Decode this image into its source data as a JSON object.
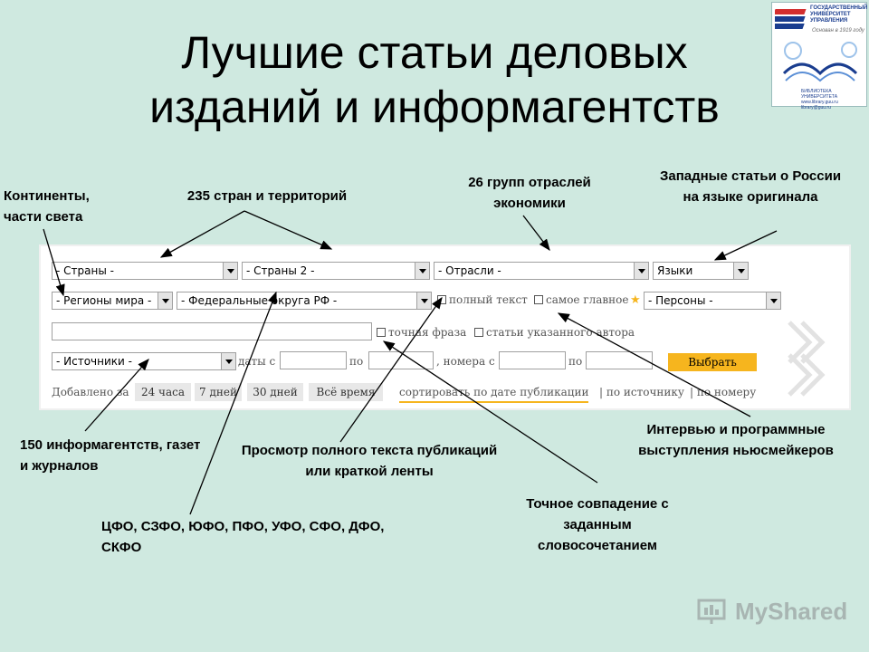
{
  "slide": {
    "title_line1": "Лучшие статьи деловых",
    "title_line2": "изданий и информагентств"
  },
  "logo": {
    "name": "ГОСУДАРСТВЕННЫЙ УНИВЕРСИТЕТ УПРАВЛЕНИЯ",
    "founded": "Основан в 1919 году",
    "library_line1": "БИБЛИОТЕКА УНИВЕРСИТЕТА",
    "library_line2": "www.library.guu.ru",
    "library_line3": "library@guu.ru"
  },
  "form": {
    "row1": {
      "countries": "- Страны -",
      "countries2": "- Страны 2 -",
      "industries": "- Отрасли -",
      "languages": "Языки"
    },
    "row2": {
      "regions": "- Регионы мира -",
      "districts": "- Федеральные округа РФ -",
      "full_text_label": "полный текст",
      "main_label": "самое главное",
      "persons": "- Персоны -"
    },
    "row3": {
      "search_value": "",
      "exact_phrase_label": "точная фраза",
      "author_label": "статьи указанного автора"
    },
    "row4": {
      "sources": "- Источники -",
      "dates_from_label": "даты с",
      "dates_to_label": "по",
      "numbers_from_label": ", номера с",
      "numbers_to_label": "по",
      "select_button": "Выбрать"
    },
    "row5": {
      "added_label": "Добавлено за",
      "periods": [
        "24 часа",
        "7 дней",
        "30 дней",
        "Всё время"
      ],
      "sort_label": "сортировать по дате публикации",
      "sort_by_source": "| по источнику",
      "sort_by_number": "| по номеру"
    }
  },
  "callouts": {
    "continents": "Континенты, части света",
    "countries": "235 стран и территорий",
    "industries": "26 групп отраслей экономики",
    "western": "Западные статьи о России на языке оригинала",
    "agencies": "150 информагентств, газет и журналов",
    "fulltext": "Просмотр полного текста публикаций или краткой ленты",
    "interviews": "Интервью и программные выступления ньюсмейкеров",
    "exact": "Точное совпадение с заданным словосочетанием",
    "districts": "ЦФО, СЗФО, ЮФО, ПФО, УФО, СФО, ДФО, СКФО"
  },
  "watermark": {
    "text": "MyShared"
  },
  "colors": {
    "background": "#cfe9e0",
    "accent_button": "#f6b51e",
    "underline": "#f6b51e"
  }
}
